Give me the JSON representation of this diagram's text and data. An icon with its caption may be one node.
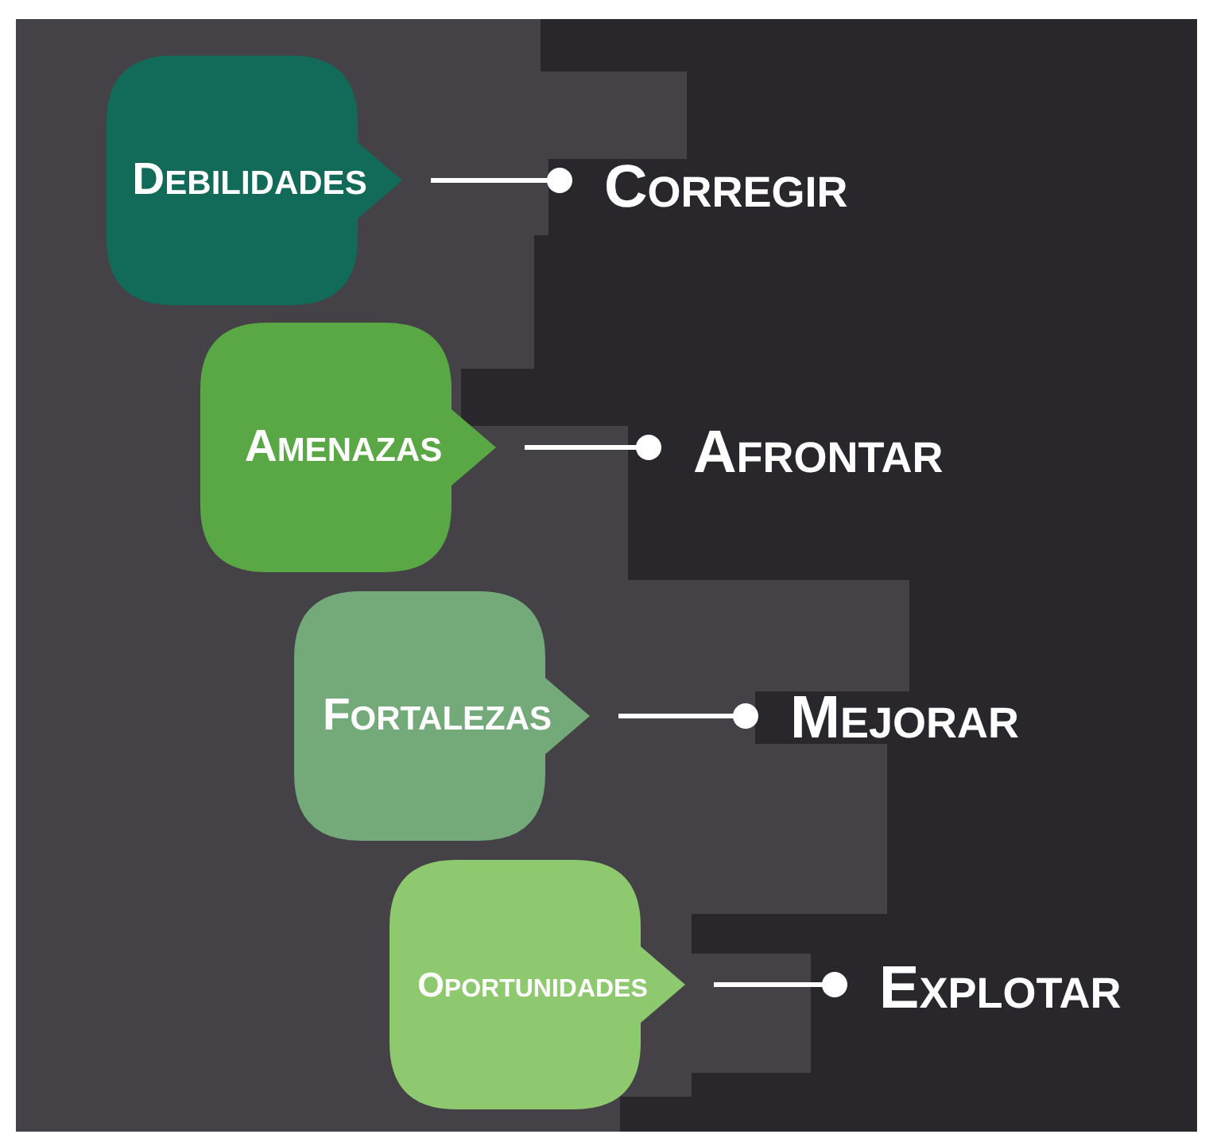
{
  "diagram": {
    "nodes": [
      {
        "text": [
          "DEBILIDADES"
        ]
      },
      {
        "text": [
          "AMENAZAS"
        ]
      },
      {
        "text": [
          "FORTALEZAS"
        ]
      },
      {
        "text": [
          "OPORTUNIDADES"
        ]
      },
      {
        "text": [
          "CORREGIR"
        ]
      },
      {
        "text": [
          "AFRONTAR"
        ]
      },
      {
        "text": [
          "MEJORAR"
        ]
      },
      {
        "text": [
          "EXPLOTAR"
        ]
      }
    ],
    "edges": [
      {
        "from": 0,
        "to": 4,
        "arrow": "other"
      },
      {
        "from": 1,
        "to": 5,
        "arrow": "other"
      },
      {
        "from": 2,
        "to": 6,
        "arrow": "other"
      },
      {
        "from": 3,
        "to": 7,
        "arrow": "other"
      }
    ]
  }
}
